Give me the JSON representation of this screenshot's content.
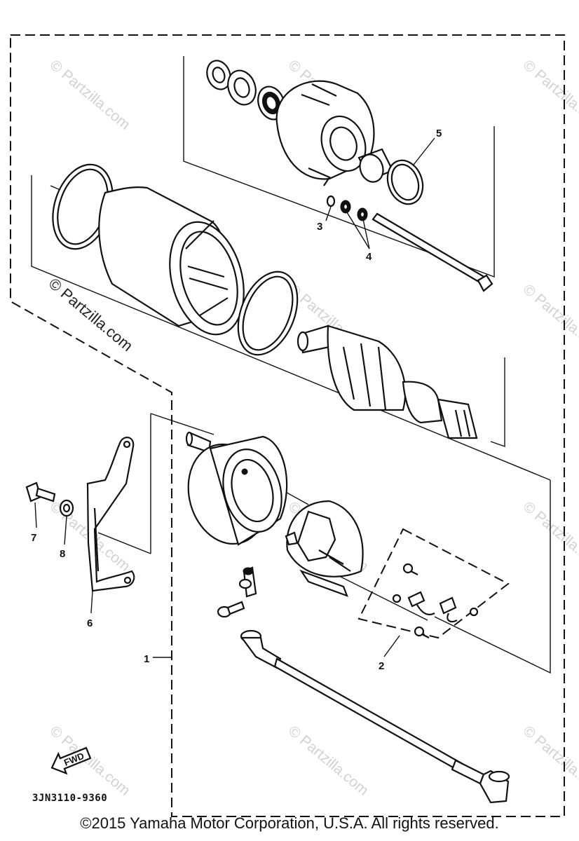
{
  "diagram": {
    "callouts": {
      "c1": "1",
      "c2": "2",
      "c3": "3",
      "c4": "4",
      "c5": "5",
      "c6": "6",
      "c7": "7",
      "c8": "8"
    },
    "part_code": "3JN3110-9360",
    "fwd_label": "FWD",
    "watermark_large": "© Partzilla.com",
    "watermark_faint": "© Partzilla.com"
  },
  "footer": {
    "copyright": "©2015 Yamaha Motor Corporation, U.S.A. All rights reserved."
  }
}
